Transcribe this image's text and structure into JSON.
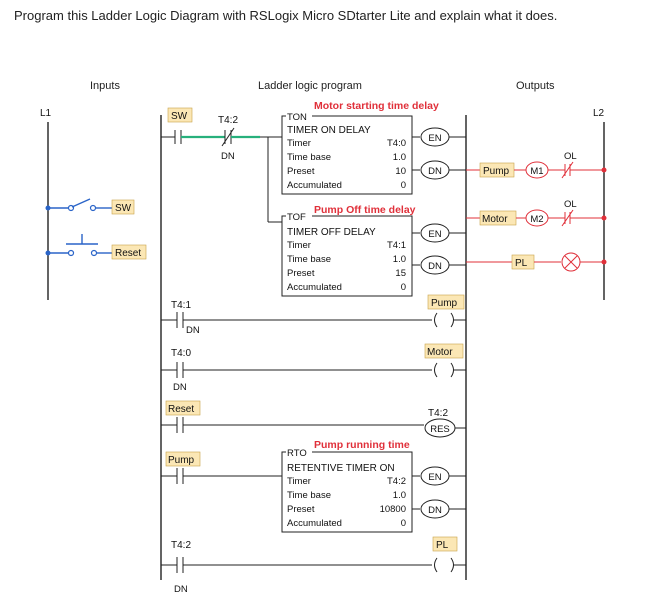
{
  "question": "Program this Ladder Logic Diagram with RSLogix Micro SDtarter Lite and explain what it does.",
  "headers": {
    "inputs": "Inputs",
    "program": "Ladder logic program",
    "outputs": "Outputs"
  },
  "rails": {
    "left": "L1",
    "right": "L2"
  },
  "inputs": {
    "switch": "SW",
    "pushbutton": "Reset"
  },
  "rung1": {
    "contact_sw": "SW",
    "contact_t42": "T4:2",
    "contact_t42_bit": "DN",
    "title": "Motor starting time delay",
    "type": "TON",
    "name": "TIMER ON DELAY",
    "timer_label": "Timer",
    "timer_value": "T4:0",
    "timebase_label": "Time base",
    "timebase_value": "1.0",
    "preset_label": "Preset",
    "preset_value": "10",
    "accum_label": "Accumulated",
    "accum_value": "0",
    "en": "EN",
    "dn": "DN"
  },
  "rung1b": {
    "title": "Pump Off time delay",
    "type": "TOF",
    "name": "TIMER OFF DELAY",
    "timer_label": "Timer",
    "timer_value": "T4:1",
    "timebase_label": "Time base",
    "timebase_value": "1.0",
    "preset_label": "Preset",
    "preset_value": "15",
    "accum_label": "Accumulated",
    "accum_value": "0",
    "en": "EN",
    "dn": "DN"
  },
  "rung2": {
    "contact": "T4:1",
    "bit": "DN",
    "coil": "Pump"
  },
  "rung3": {
    "contact": "T4:0",
    "bit": "DN",
    "coil": "Motor"
  },
  "rung4": {
    "contact": "Reset",
    "coil_tag": "T4:2",
    "coil": "RES"
  },
  "rung5": {
    "contact": "Pump",
    "title": "Pump running time",
    "type": "RTO",
    "name": "RETENTIVE TIMER ON",
    "timer_label": "Timer",
    "timer_value": "T4:2",
    "timebase_label": "Time base",
    "timebase_value": "1.0",
    "preset_label": "Preset",
    "preset_value": "10800",
    "accum_label": "Accumulated",
    "accum_value": "0",
    "en": "EN",
    "dn": "DN"
  },
  "rung6": {
    "contact": "T4:2",
    "bit": "DN",
    "coil": "PL"
  },
  "outputs": {
    "pump": "Pump",
    "pump_coil": "M1",
    "motor": "Motor",
    "motor_coil": "M2",
    "lamp": "PL",
    "overload": "OL"
  }
}
